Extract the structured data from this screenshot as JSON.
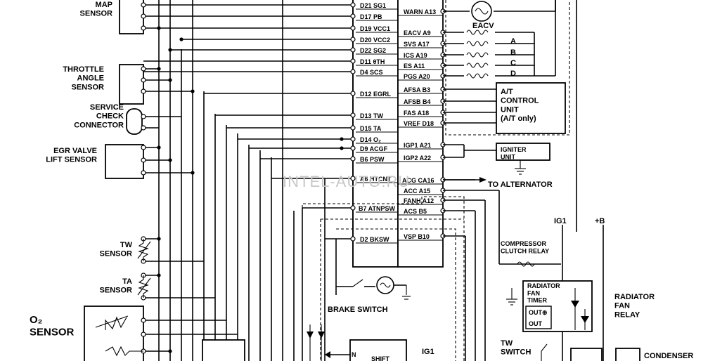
{
  "left_components": {
    "map_sensor": "MAP\nSENSOR",
    "throttle_sensor": "THROTTLE\nANGLE\nSENSOR",
    "service_check": "SERVICE\nCHECK\nCONNECTOR",
    "egr_sensor": "EGR VALVE\nLIFT SENSOR",
    "tw_sensor": "TW\nSENSOR",
    "ta_sensor": "TA\nSENSOR",
    "o2_sensor": "O₂\nSENSOR"
  },
  "ecu_left_pins": [
    "D21 SG1",
    "D17 PB",
    "D19 VCC1",
    "D20 VCC2",
    "D22 SG2",
    "D11 θTH",
    "D4 SCS",
    "D12 EGRL",
    "D13 TW",
    "D15 TA",
    "D14 O₂",
    "D9 ACGF",
    "B6 PSW",
    "A6 HTCNT",
    "B7 ATNPSW",
    "D2 BKSW"
  ],
  "ecu_right_pins": [
    "WARN A13",
    "EACV A9",
    "SVS A17",
    "ICS A19",
    "ES A11",
    "PGS A20",
    "AFSA B3",
    "AFSB B4",
    "FAS A18",
    "VREF D18",
    "IGP1 A21",
    "IGP2 A22",
    "ACG CA16",
    "ACC A15",
    "FANH A12",
    "ACS B5",
    "VSP B10"
  ],
  "right_components": {
    "eacv": "EACV",
    "valves": [
      "A",
      "B",
      "C",
      "D"
    ],
    "at_unit": "A/T\nCONTROL\nUNIT\n(A/T only)",
    "igniter": "IGNITER\nUNIT",
    "alternator": "TO ALTERNATOR",
    "ig1_top": "IG1",
    "plus_b": "+B",
    "compressor_relay": "COMPRESSOR\nCLUTCH RELAY",
    "radiator_timer": "RADIATOR\nFAN\nTIMER",
    "out_plus": "OUT⊕",
    "out_minus": "OUT",
    "radiator_relay": "RADIATOR\nFAN\nRELAY",
    "tw_switch": "TW\nSWITCH",
    "condenser": "CONDENSER",
    "brake_switch": "BRAKE SWITCH",
    "ig1_bottom": "IG1",
    "shift_n": "N",
    "shift": "SHIFT"
  },
  "watermark": "INTEL-AUTO.RU"
}
